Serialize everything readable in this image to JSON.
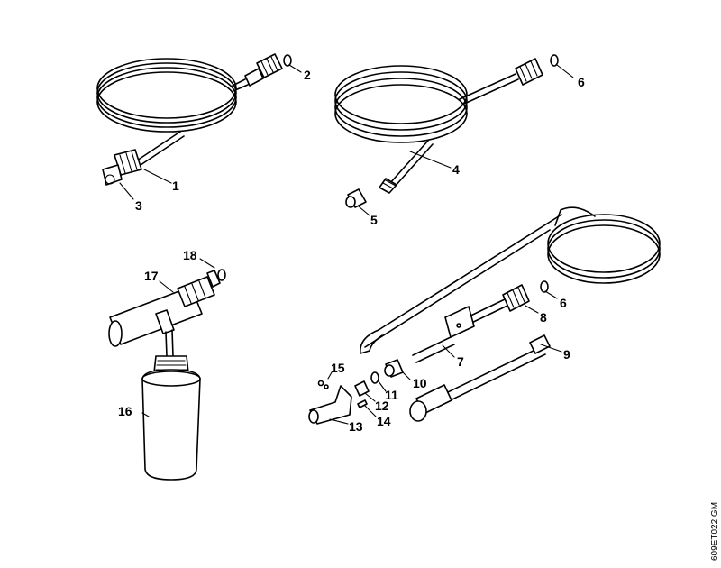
{
  "callouts": {
    "p1": "1",
    "p2": "2",
    "p3": "3",
    "p4": "4",
    "p5": "5",
    "p6a": "6",
    "p6b": "6",
    "p7": "7",
    "p8": "8",
    "p9": "9",
    "p10": "10",
    "p11": "11",
    "p12": "12",
    "p13": "13",
    "p14": "14",
    "p15": "15",
    "p16": "16",
    "p17": "17",
    "p18": "18"
  },
  "drawing_code": "609ET022 GM"
}
